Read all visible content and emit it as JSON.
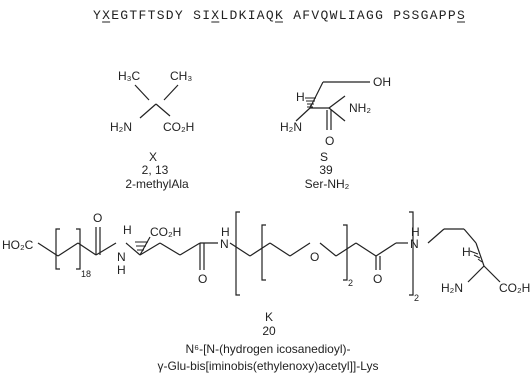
{
  "sequence": {
    "groups": [
      {
        "chars": [
          "Y",
          "X",
          "E",
          "G",
          "T",
          "F",
          "T",
          "S",
          "D",
          "Y"
        ],
        "underlined": [
          1
        ]
      },
      {
        "chars": [
          "S",
          "I",
          "X",
          "L",
          "D",
          "K",
          "I",
          "A",
          "Q",
          "K"
        ],
        "underlined": [
          2,
          9
        ]
      },
      {
        "chars": [
          "A",
          "F",
          "V",
          "Q",
          "W",
          "L",
          "I",
          "A",
          "G",
          "G"
        ],
        "underlined": []
      },
      {
        "chars": [
          "P",
          "S",
          "S",
          "G",
          "A",
          "P",
          "P",
          "S"
        ],
        "underlined": [
          7
        ]
      }
    ]
  },
  "aib": {
    "symbol": "X",
    "positions": "2, 13",
    "name": "2-methylAla",
    "atoms": {
      "methyl_left": "H₃C",
      "methyl_right": "CH₃",
      "amine": "H₂N",
      "acid": "CO₂H"
    }
  },
  "sernh2": {
    "symbol": "S",
    "position": "39",
    "name": "Ser-NH₂",
    "atoms": {
      "hydroxyl": "OH",
      "hydrogen": "H",
      "amine": "H₂N",
      "amide_n": "NH₂",
      "carbonyl_o": "O"
    }
  },
  "lys": {
    "symbol": "K",
    "position": "20",
    "name_line1": "N⁶-[N-(hydrogen icosanedioyl)-",
    "name_line2": "γ-Glu-bis[iminobis(ethylenoxy)acetyl]]-Lys",
    "atoms": {
      "acid_left": "HO₂C",
      "subscript_18": "18",
      "carbonyl_o1": "O",
      "nh1": "N",
      "h1": "H",
      "h2": "H",
      "glu_acid": "CO₂H",
      "carbonyl_o2": "O",
      "nh2": "N",
      "h3": "H",
      "ether_o": "O",
      "subscript_2a": "2",
      "carbonyl_o3": "O",
      "subscript_2b": "2",
      "nh3": "N",
      "h4": "H",
      "h5": "H",
      "amine": "H₂N",
      "lys_acid": "CO₂H"
    }
  }
}
